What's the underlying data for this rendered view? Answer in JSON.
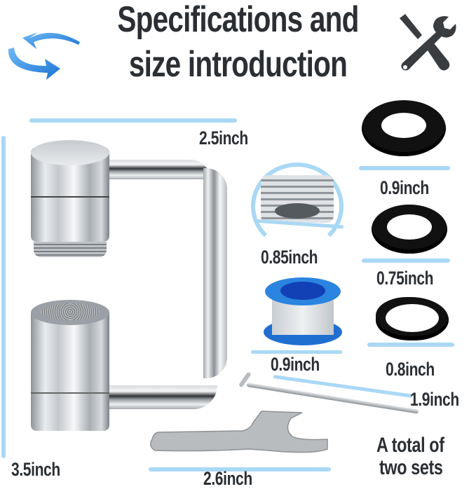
{
  "header": {
    "title_line1": "Specifications and",
    "title_line2": "size introduction",
    "left_icon": "rotate-arrows-icon",
    "right_icon": "tools-icon"
  },
  "measurements": {
    "adapter_width": "2.5inch",
    "adapter_height": "3.5inch",
    "thread_adapter": "0.85inch",
    "tape_roll": "0.9inch",
    "gasket_large": "0.9inch",
    "gasket_medium": "0.75inch",
    "gasket_flat": "0.8inch",
    "hex_key": "1.9inch",
    "spanner": "2.6inch"
  },
  "note": {
    "line1": "A total of",
    "line2": "two sets"
  },
  "colors": {
    "text": "#2b2f33",
    "measure_bar": "#a9d8f5",
    "arrow_blue": "#2f8fe0",
    "tape_blue": "#1f6fd1",
    "rubber": "#111111"
  }
}
